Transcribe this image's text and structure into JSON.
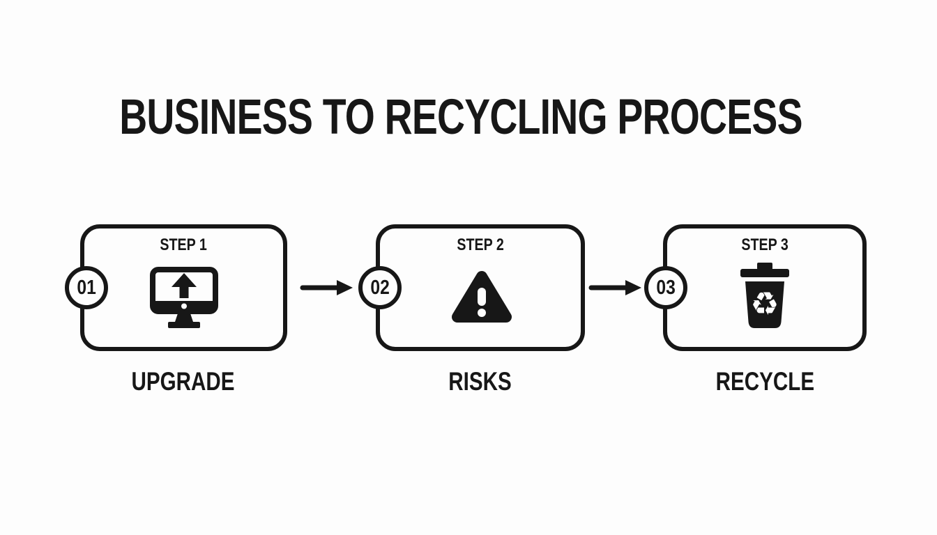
{
  "title": "BUSINESS TO RECYCLING PROCESS",
  "steps": [
    {
      "number": "01",
      "step_label": "STEP 1",
      "caption": "UPGRADE",
      "icon": "monitor-upgrade-icon"
    },
    {
      "number": "02",
      "step_label": "STEP 2",
      "caption": "RISKS",
      "icon": "warning-triangle-icon"
    },
    {
      "number": "03",
      "step_label": "STEP 3",
      "caption": "RECYCLE",
      "icon": "recycle-bin-icon"
    }
  ],
  "connectors": [
    "arrow-right",
    "arrow-right"
  ],
  "glyphs": {
    "recycle": "♻"
  },
  "colors": {
    "ink": "#171717",
    "background": "#fdfdfd"
  }
}
